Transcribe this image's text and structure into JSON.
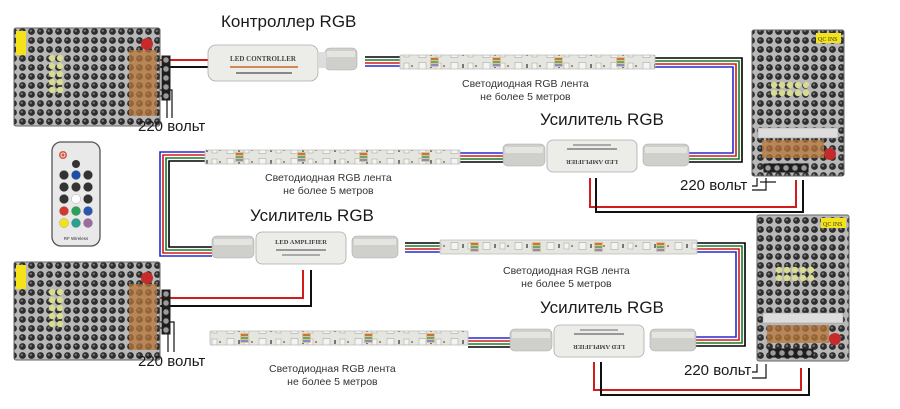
{
  "labels": {
    "controller_title": "Контроллер RGB",
    "amplifier_title": "Усилитель RGB",
    "power_label": "220 вольт",
    "strip_caption_line1": "Светодиодная RGB лента",
    "strip_caption_line2": "не более 5 метров",
    "controller_device_text": "LED CONTROLLER",
    "amplifier_device_text": "LED AMPLIFIER",
    "psu_badge": "QC INS",
    "remote_brand": "RF Wireless"
  },
  "wire_colors": {
    "positive": "#000000",
    "red": "#d01c1c",
    "green": "#1a7a2a",
    "blue": "#2a2ad0",
    "power_red": "#d01c1c",
    "power_black": "#111111"
  },
  "remote_buttons": [
    "#333333",
    "#333333",
    "#1e4fa8",
    "#333333",
    "#333333",
    "#333333",
    "#333333",
    "#333333",
    "#ffffff",
    "#333333",
    "#d33a2c",
    "#2aa05a",
    "#2a55b0",
    "#f1e21a",
    "#2aa08e",
    "#9c6aa0"
  ]
}
